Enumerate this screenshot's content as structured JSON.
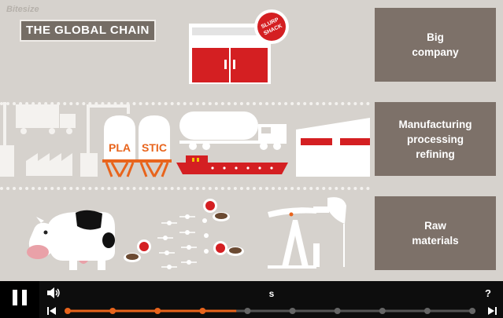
{
  "app": {
    "watermark": "Bitesize",
    "title": "THE GLOBAL CHAIN"
  },
  "art": {
    "shop_sign": "SLURP SHACK",
    "tank_left": "PLA",
    "tank_right": "STIC"
  },
  "labels": {
    "big_company": [
      "Big",
      "company"
    ],
    "manufacturing": [
      "Manufacturing",
      "processing",
      "refining"
    ],
    "raw_materials": [
      "Raw",
      "materials"
    ]
  },
  "player": {
    "scene_label": "s",
    "help": "?",
    "progress_steps": 10,
    "current_step": 4,
    "accent_color": "#e8641c"
  },
  "icons": [
    "pause-icon",
    "volume-icon",
    "skip-back-icon",
    "skip-forward-icon"
  ]
}
